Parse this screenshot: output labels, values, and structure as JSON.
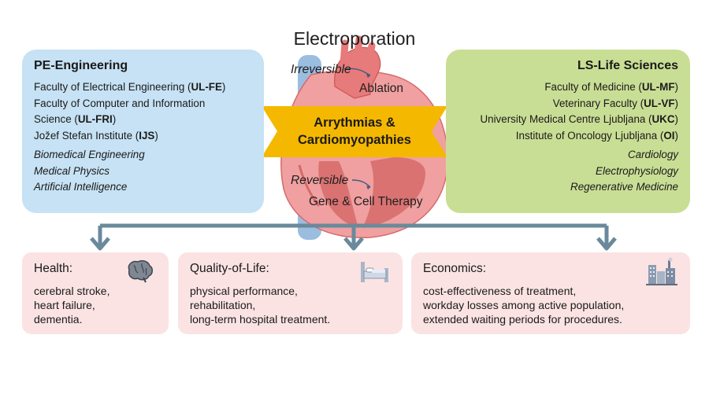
{
  "title": "Electroporation",
  "pe": {
    "heading": "PE-Engineering",
    "ul_fe": [
      "Faculty of Electrical Engineering (",
      "UL-FE",
      ")"
    ],
    "ul_fri_line1": "Faculty of Computer and Information",
    "ul_fri_line2": [
      "Science (",
      "UL-FRI",
      ")"
    ],
    "ijs": [
      "Jožef Stefan Institute (",
      "IJS",
      ")"
    ],
    "fields": [
      "Biomedical Engineering",
      "Medical Physics",
      "Artificial Intelligence"
    ]
  },
  "ls": {
    "heading": "LS-Life Sciences",
    "orgs": [
      [
        "Faculty of Medicine (",
        "UL-MF",
        ")"
      ],
      [
        "Veterinary Faculty (",
        "UL-VF",
        ")"
      ],
      [
        "University Medical Centre Ljubljana (",
        "UKC",
        ")"
      ],
      [
        "Institute of Oncology Ljubljana (",
        "OI",
        ")"
      ]
    ],
    "fields": [
      "Cardiology",
      "Electrophysiology",
      "Regenerative Medicine"
    ]
  },
  "center": {
    "irreversible": "Irreversible",
    "ablation": "Ablation",
    "line1": "Arrythmias &",
    "line2": "Cardiomyopathies",
    "reversible": "Reversible",
    "therapy": "Gene & Cell Therapy"
  },
  "impacts": {
    "health": {
      "title": "Health:",
      "items": [
        "cerebral stroke,",
        "heart failure,",
        "dementia."
      ],
      "icon": "brain-icon"
    },
    "quality": {
      "title": "Quality-of-Life:",
      "items": [
        "physical performance,",
        "rehabilitation,",
        "long-term hospital treatment."
      ],
      "icon": "hospital-bed-icon"
    },
    "economics": {
      "title": "Economics:",
      "items": [
        "cost-effectiveness of treatment,",
        "workday losses among active population,",
        "extended waiting periods for procedures."
      ],
      "icon": "factory-icon"
    }
  },
  "colors": {
    "pe_panel": "#c6e2f4",
    "ls_panel": "#c9de95",
    "center_band": "#f5b800",
    "impact_box": "#fbe3e3",
    "arrows": "#6a8a9b",
    "heart": "#e88080"
  }
}
